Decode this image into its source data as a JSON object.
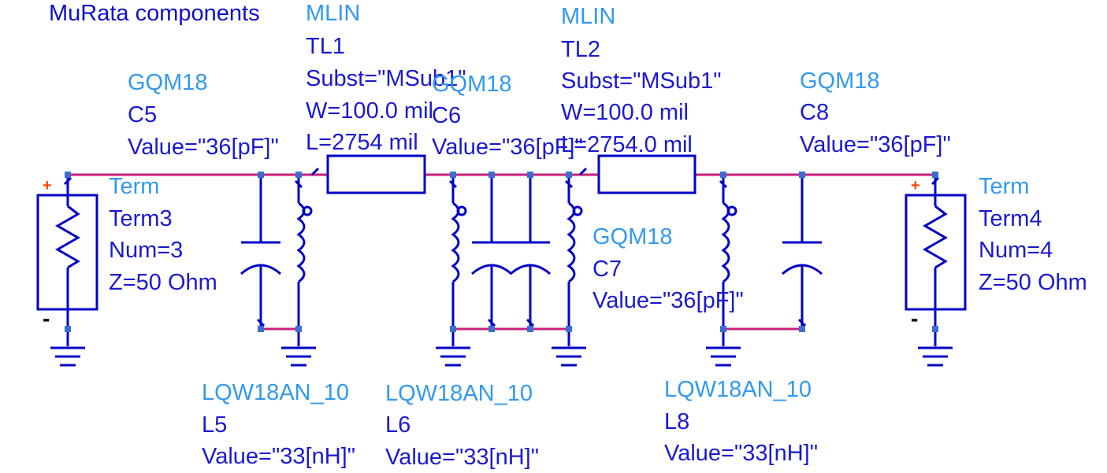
{
  "note": "MuRata components",
  "colors": {
    "wire": "#0000c8",
    "net": "#c8207a",
    "pin": "#3a6fd0",
    "model_text": "#3399ee",
    "instance_text": "#1a1ad0",
    "background": "#ffffff"
  },
  "components": {
    "tl1": {
      "model": "MLIN",
      "name": "TL1",
      "params": [
        "Subst=\"MSub1\"",
        "W=100.0 mil",
        "L=2754 mil"
      ]
    },
    "tl2": {
      "model": "MLIN",
      "name": "TL2",
      "params": [
        "Subst=\"MSub1\"",
        "W=100.0 mil",
        "L=2754.0 mil"
      ]
    },
    "c5": {
      "model": "GQM18",
      "name": "C5",
      "value": "Value=\"36[pF]\""
    },
    "c6": {
      "model": "GQM18",
      "name": "C6",
      "value": "Value=\"36[pF]\""
    },
    "c7": {
      "model": "GQM18",
      "name": "C7",
      "value": "Value=\"36[pF]\""
    },
    "c8": {
      "model": "GQM18",
      "name": "C8",
      "value": "Value=\"36[pF]\""
    },
    "l5": {
      "model": "LQW18AN_10",
      "name": "L5",
      "value": "Value=\"33[nH]\""
    },
    "l6": {
      "model": "LQW18AN_10",
      "name": "L6",
      "value": "Value=\"33[nH]\""
    },
    "l8": {
      "model": "LQW18AN_10",
      "name": "L8",
      "value": "Value=\"33[nH]\""
    },
    "term3": {
      "model": "Term",
      "name": "Term3",
      "params": [
        "Num=3",
        "Z=50 Ohm"
      ],
      "plus": "+",
      "minus": "-"
    },
    "term4": {
      "model": "Term",
      "name": "Term4",
      "params": [
        "Num=4",
        "Z=50 Ohm"
      ],
      "plus": "+",
      "minus": "-"
    }
  }
}
